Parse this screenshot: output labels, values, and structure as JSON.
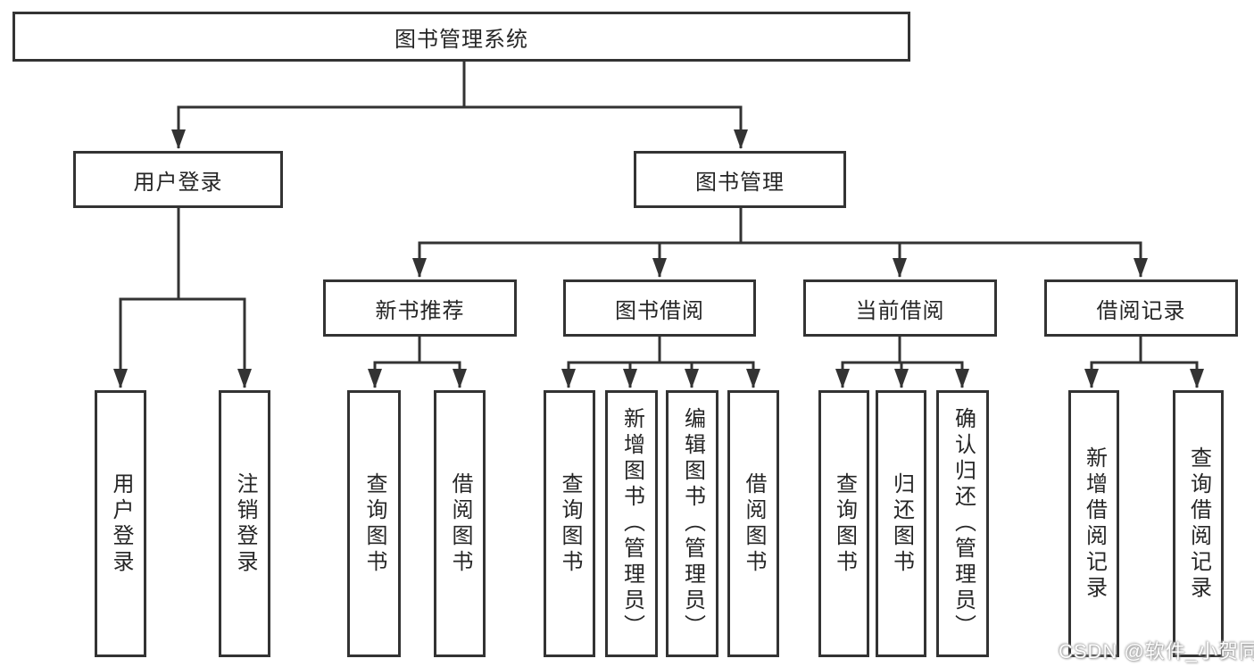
{
  "diagram": {
    "root": {
      "label": "图书管理系统"
    },
    "branches": [
      {
        "label": "用户登录",
        "leaves": [
          {
            "label": "用户登录"
          },
          {
            "label": "注销登录"
          }
        ]
      },
      {
        "label": "图书管理",
        "groups": [
          {
            "label": "新书推荐",
            "leaves": [
              {
                "label": "查询图书"
              },
              {
                "label": "借阅图书"
              }
            ]
          },
          {
            "label": "图书借阅",
            "leaves": [
              {
                "label": "查询图书"
              },
              {
                "label": "新增图书（管理员）"
              },
              {
                "label": "编辑图书（管理员）"
              },
              {
                "label": "借阅图书"
              }
            ]
          },
          {
            "label": "当前借阅",
            "leaves": [
              {
                "label": "查询图书"
              },
              {
                "label": "归还图书"
              },
              {
                "label": "确认归还（管理员）"
              }
            ]
          },
          {
            "label": "借阅记录",
            "leaves": [
              {
                "label": "新增借阅记录"
              },
              {
                "label": "查询借阅记录"
              }
            ]
          }
        ]
      }
    ]
  },
  "watermark": {
    "text": "CSDN @软件_小贺同学"
  },
  "colors": {
    "line": "#333333",
    "box_border": "#333333",
    "box_fill": "#ffffff",
    "text": "#262626",
    "background": "#ffffff"
  }
}
